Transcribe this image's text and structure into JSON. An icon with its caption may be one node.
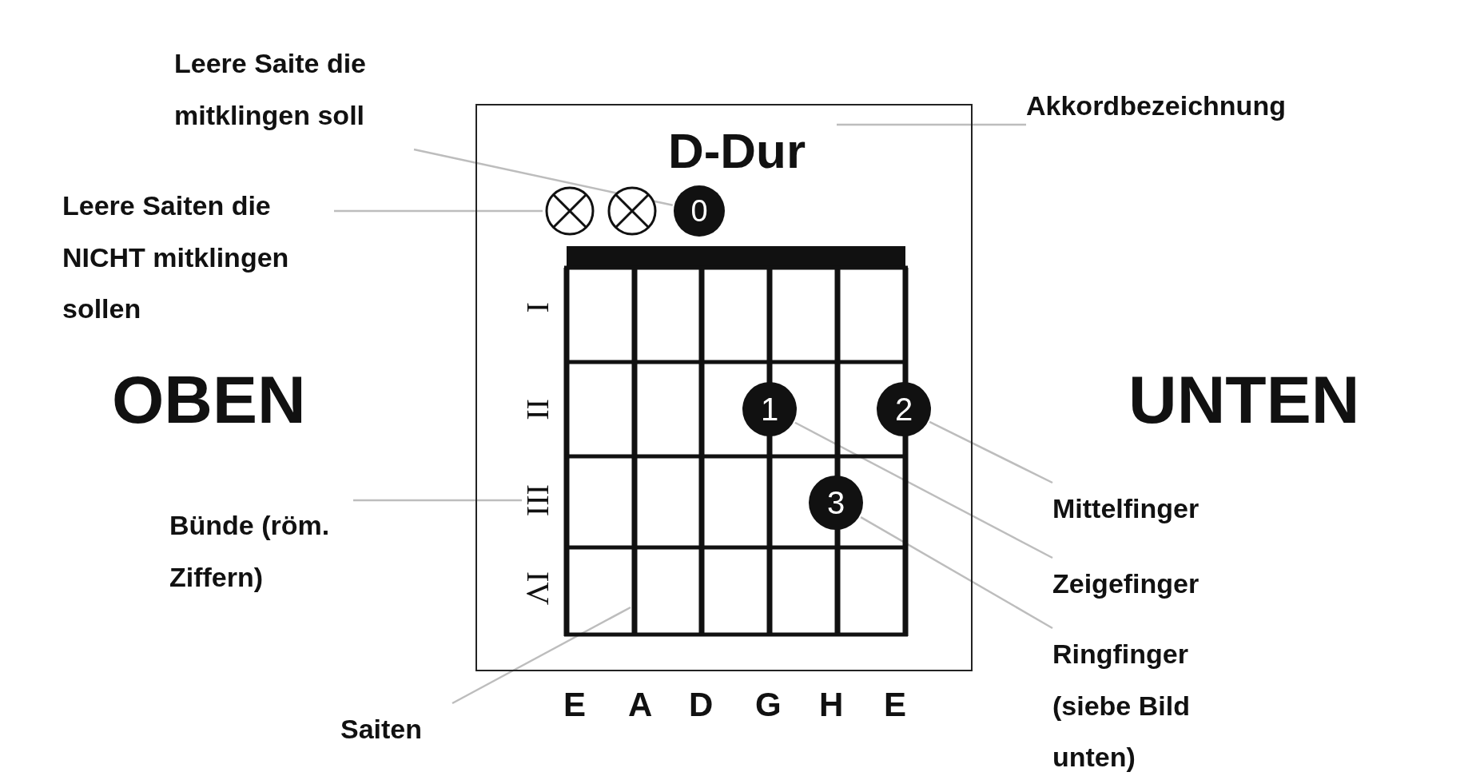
{
  "diagram": {
    "nodes": [
      {
        "text": [
          "Leere Saite die mitklingen soll"
        ]
      },
      {
        "text": [
          "Akkordbezeichnung"
        ]
      },
      {
        "text": [
          "D-Dur"
        ]
      },
      {
        "text": [],
        "shape": "circle",
        "in": 2
      },
      {
        "text": [],
        "shape": "circle",
        "in": 2
      },
      {
        "text": [
          "0"
        ],
        "in": 2
      },
      {
        "text": [
          "I"
        ],
        "in": 2
      },
      {
        "text": [
          "II"
        ],
        "in": 2
      },
      {
        "text": [
          "III"
        ],
        "in": 2
      },
      {
        "text": [
          "IV"
        ],
        "in": 2
      },
      {
        "text": [
          "1"
        ],
        "in": 2
      },
      {
        "text": [
          "2"
        ],
        "in": 2
      },
      {
        "text": [
          "3"
        ],
        "in": 2
      },
      {
        "text": [
          "Leere Saiten die NICHT mitklingen sollen"
        ]
      },
      {
        "text": [
          "Bünde (röm. Ziffern)"
        ]
      },
      {
        "text": [
          "Mittelfinger"
        ]
      },
      {
        "text": [
          "Zeigefinger"
        ]
      },
      {
        "text": [
          "Ringfinger (siebe Bild unten)"
        ]
      },
      {
        "text": [
          "Saiten"
        ]
      }
    ],
    "edges": [
      {
        "from": 0,
        "to": 5,
        "arrow": "none"
      },
      {
        "from": 1,
        "to": 2,
        "arrow": "none"
      },
      {
        "from": 13,
        "to": 3,
        "arrow": "none"
      },
      {
        "from": 14,
        "to": 8,
        "arrow": "none"
      },
      {
        "from": 18,
        "to": null,
        "arrow": "none"
      },
      {
        "from": 15,
        "to": 11,
        "arrow": "none"
      },
      {
        "from": 16,
        "to": 10,
        "arrow": "none"
      },
      {
        "from": 17,
        "to": 12,
        "arrow": "none"
      }
    ],
    "labels": [
      "OBEN",
      "UNTEN",
      "E",
      "A",
      "D",
      "G",
      "H",
      "E"
    ]
  }
}
